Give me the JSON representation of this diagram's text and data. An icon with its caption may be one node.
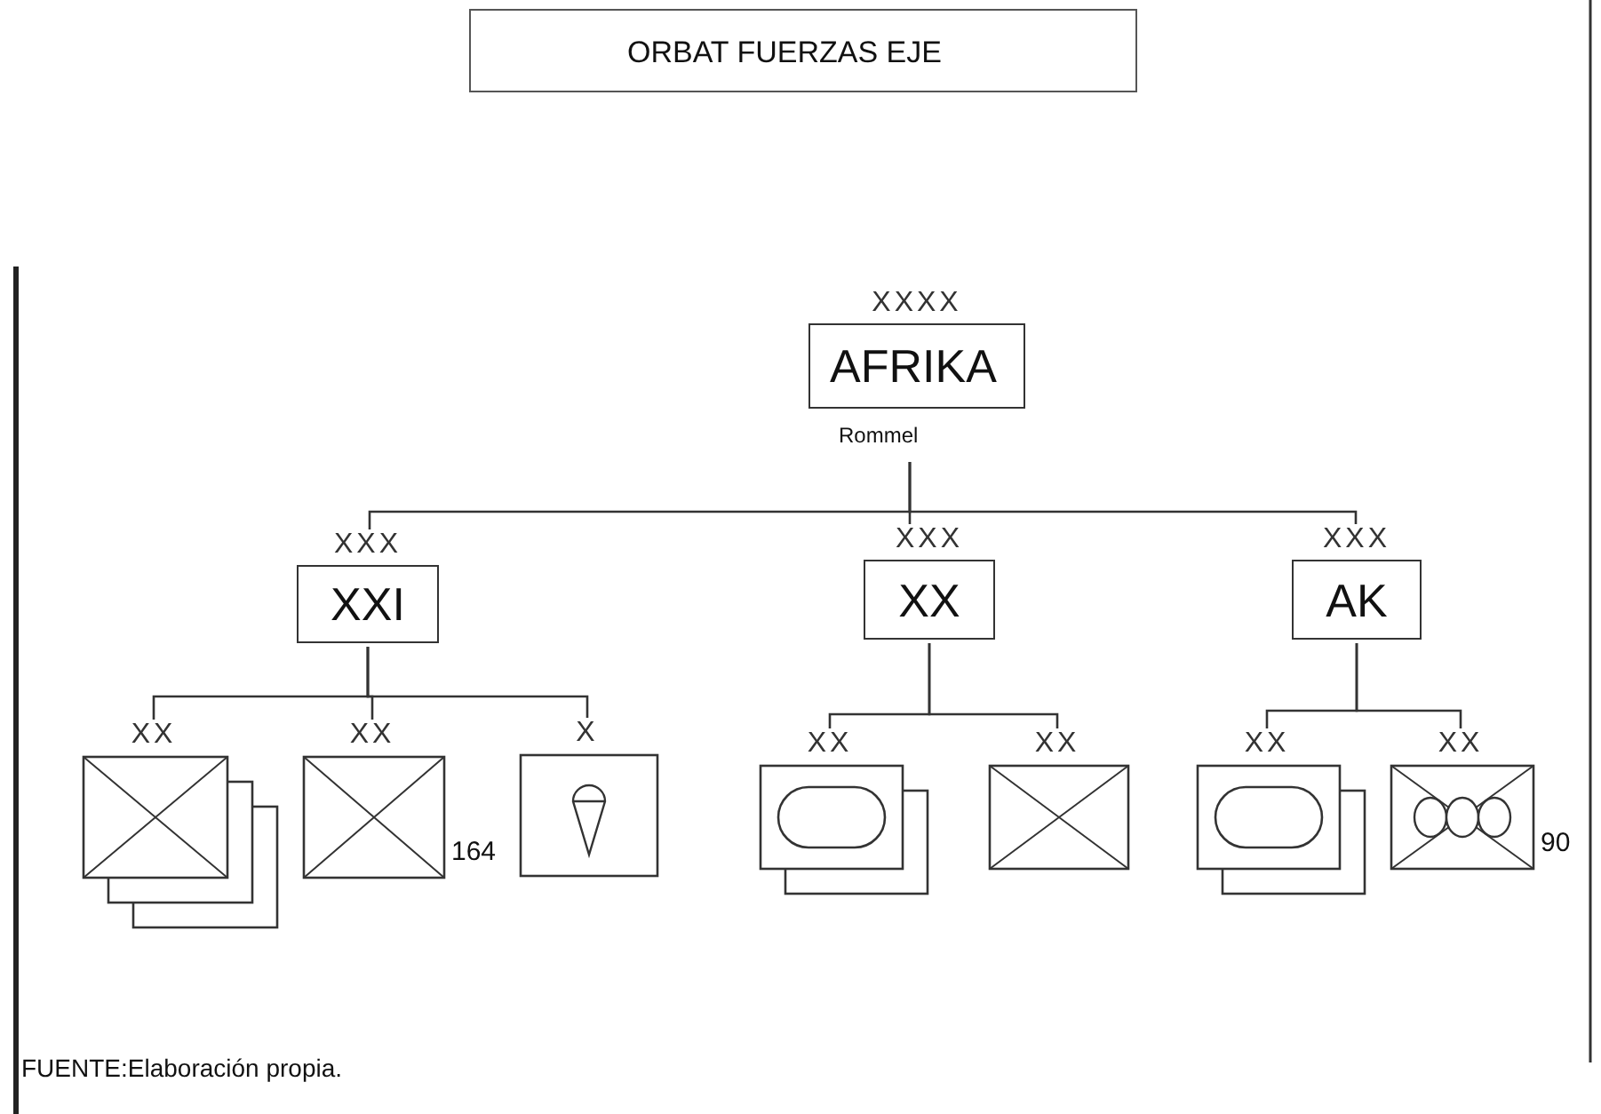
{
  "diagram": {
    "title": "ORBAT FUERZAS EJE",
    "caption": "FUENTE:Elaboración propia.",
    "nodes": [
      {
        "text": [
          "XXXX",
          "AFRIKA"
        ],
        "beside": [
          "Rommel"
        ]
      },
      {
        "text": [
          "XXX",
          "XXI"
        ]
      },
      {
        "text": [
          "XXX",
          "XX"
        ]
      },
      {
        "text": [
          "XXX",
          "AK"
        ]
      },
      {
        "text": [
          "XX"
        ]
      },
      {
        "text": [
          "XX"
        ],
        "beside": [
          "164"
        ]
      },
      {
        "text": [
          "X"
        ]
      },
      {
        "text": [
          "XX"
        ]
      },
      {
        "text": [
          "XX"
        ]
      },
      {
        "text": [
          "XX"
        ]
      },
      {
        "text": [
          "XX"
        ],
        "beside": [
          "90"
        ]
      }
    ],
    "edges": [
      {
        "from": 0,
        "to": 1,
        "arrow": "none"
      },
      {
        "from": 0,
        "to": 2,
        "arrow": "none"
      },
      {
        "from": 0,
        "to": 3,
        "arrow": "none"
      },
      {
        "from": 1,
        "to": 4,
        "arrow": "none"
      },
      {
        "from": 1,
        "to": 5,
        "arrow": "none"
      },
      {
        "from": 1,
        "to": 6,
        "arrow": "none"
      },
      {
        "from": 2,
        "to": 7,
        "arrow": "none"
      },
      {
        "from": 2,
        "to": 8,
        "arrow": "none"
      },
      {
        "from": 3,
        "to": 9,
        "arrow": "none"
      },
      {
        "from": 3,
        "to": 10,
        "arrow": "none"
      }
    ]
  }
}
